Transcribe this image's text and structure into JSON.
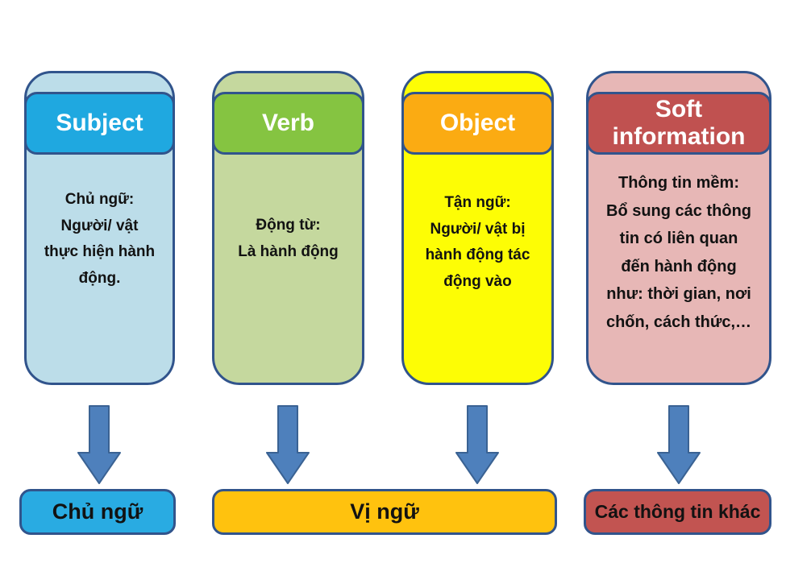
{
  "diagram": {
    "columns": [
      {
        "id": "subject",
        "header": "Subject",
        "body": "Chủ ngữ:\nNgười/ vật\nthực hiện hành\nđộng.",
        "header_color": "#1FA8E0",
        "body_color": "#BCDDE9"
      },
      {
        "id": "verb",
        "header": "Verb",
        "body": "Động từ:\nLà hành động",
        "header_color": "#85C441",
        "body_color": "#C5D89E"
      },
      {
        "id": "object",
        "header": "Object",
        "body": "Tận ngữ:\nNgười/ vật bị\nhành động tác\nđộng vào",
        "header_color": "#FBAB12",
        "body_color": "#FDFD05"
      },
      {
        "id": "soft-information",
        "header": "Soft information",
        "body": "Thông tin mềm:\nBổ sung các thông\ntin có liên quan\nđến hành động\nnhư: thời gian, nơi\nchốn, cách thức,…",
        "header_color": "#C05150",
        "body_color": "#E7B7B6"
      }
    ],
    "bottom_boxes": [
      {
        "id": "chu-ngu",
        "label": "Chủ ngữ",
        "color": "#29ABE2"
      },
      {
        "id": "vi-ngu",
        "label": "Vị ngữ",
        "color": "#FFC20E"
      },
      {
        "id": "cac-thong-tin-khac",
        "label": "Các thông tin khác",
        "color": "#C25451"
      }
    ],
    "colors": {
      "border": "#31548C",
      "arrow_fill": "#4E80BC",
      "arrow_border": "#3A6293",
      "header_text": "#FFFFFF",
      "body_text": "#121212",
      "background": "#FFFFFF"
    }
  }
}
